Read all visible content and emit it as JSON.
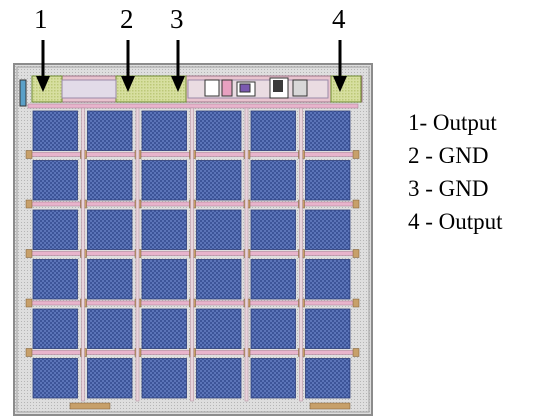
{
  "pin_numbers": [
    "1",
    "2",
    "3",
    "4"
  ],
  "legend": [
    {
      "label": "1- Output"
    },
    {
      "label": "2 - GND"
    },
    {
      "label": "3 - GND"
    },
    {
      "label": "4 - Output"
    }
  ],
  "layout": {
    "grid_rows": 6,
    "grid_cols": 6
  },
  "colors": {
    "cell_fill": "#4a64a8",
    "pad_fill": "#b8d07a",
    "metal_line": "#e8b4cc",
    "frame": "#7f7f7f",
    "background": "#c8c8c8"
  },
  "icons": [
    "arrow-down-icon"
  ]
}
